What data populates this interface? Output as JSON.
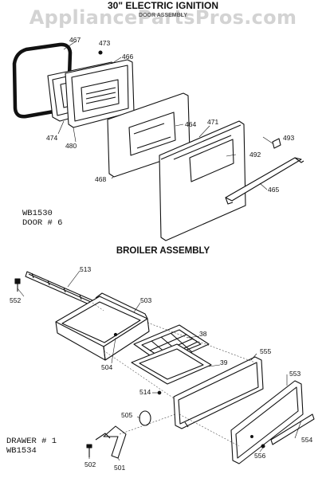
{
  "watermark": "AppliancePartsPros.com",
  "title": "30\" ELECTRIC IGNITION",
  "subtitle": "DOOR ASSEMBLY",
  "broiler_title": "BROILER ASSEMBLY",
  "door_note": {
    "line1": "WB1530",
    "line2": "DOOR # 6"
  },
  "drawer_note": {
    "line1": "DRAWER # 1",
    "line2": "WB1534"
  },
  "parts": {
    "p467": "467",
    "p473": "473",
    "p466": "466",
    "p474": "474",
    "p480": "480",
    "p464": "464",
    "p471": "471",
    "p493": "493",
    "p492": "492",
    "p468": "468",
    "p465": "465",
    "p513": "513",
    "p552": "552",
    "p503": "503",
    "p38": "38",
    "p504": "504",
    "p39": "39",
    "p555": "555",
    "p553": "553",
    "p514": "514",
    "p505": "505",
    "p554": "554",
    "p556": "556",
    "p502": "502",
    "p501": "501"
  }
}
